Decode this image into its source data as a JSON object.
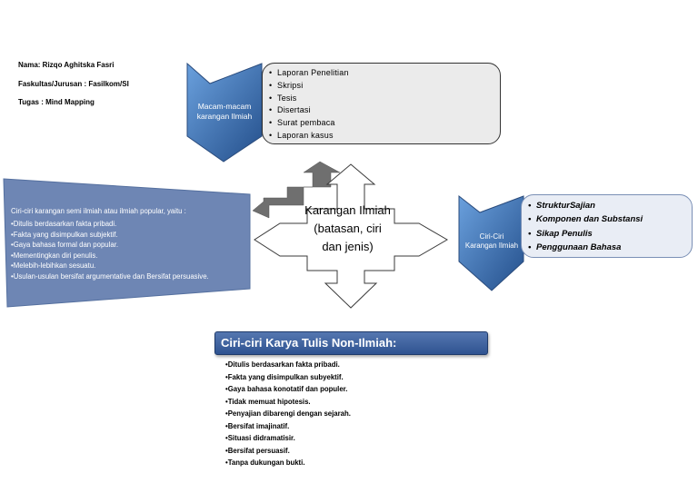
{
  "student_info": {
    "name": "Nama: Rizqo Aghitska Fasri",
    "faculty": "Faskultas/Jurusan : Fasilkom/SI",
    "task": "Tugas : Mind Mapping"
  },
  "center": {
    "title_lines": [
      "Karangan Ilmiah",
      "(batasan, ciri",
      "dan jenis)"
    ]
  },
  "macam": {
    "label_lines": [
      "Macam-macam",
      "karangan Ilmiah"
    ],
    "items": [
      "Laporan Penelitian",
      "Skripsi",
      "Tesis",
      "Disertasi",
      "Surat pembaca",
      "Laporan kasus"
    ]
  },
  "ciri": {
    "label_lines": [
      "Ciri-Ciri",
      "Karangan Ilmiah"
    ],
    "items": [
      "StrukturSajian",
      "Komponen dan Substansi",
      "Sikap Penulis",
      "Penggunaan Bahasa"
    ]
  },
  "semi_ilmiah": {
    "heading": "Ciri-ciri karangan semi ilmiah atau ilmiah popular, yaitu :",
    "items": [
      "•Ditulis berdasarkan fakta pribadi.",
      "•Fakta yang disimpulkan subjektif.",
      "•Gaya bahasa formal dan popular.",
      "•Mementingkan diri penulis.",
      "•Melebih-lebihkan sesuatu.",
      "•Usulan-usulan bersifat argumentative dan Bersifat persuasive."
    ]
  },
  "non_ilmiah": {
    "title": "Ciri-ciri Karya Tulis Non-Ilmiah:",
    "items": [
      "•Ditulis berdasarkan fakta pribadi.",
      "•Fakta yang disimpulkan subyektif.",
      "•Gaya bahasa konotatif dan populer.",
      "•Tidak memuat hipotesis.",
      "•Penyajian dibarengi dengan sejarah.",
      "•Bersifat imajinatif.",
      "•Situasi didramatisir.",
      "•Bersifat persuasif.",
      "•Tanpa dukungan bukti."
    ]
  },
  "colors": {
    "chevron_top": "#5a8fd0",
    "chevron_bottom": "#2b5a97",
    "semi_panel": "#6e86b4",
    "title_bar": "#3a5f9f",
    "staircase_arrow": "#6f6f6f"
  }
}
